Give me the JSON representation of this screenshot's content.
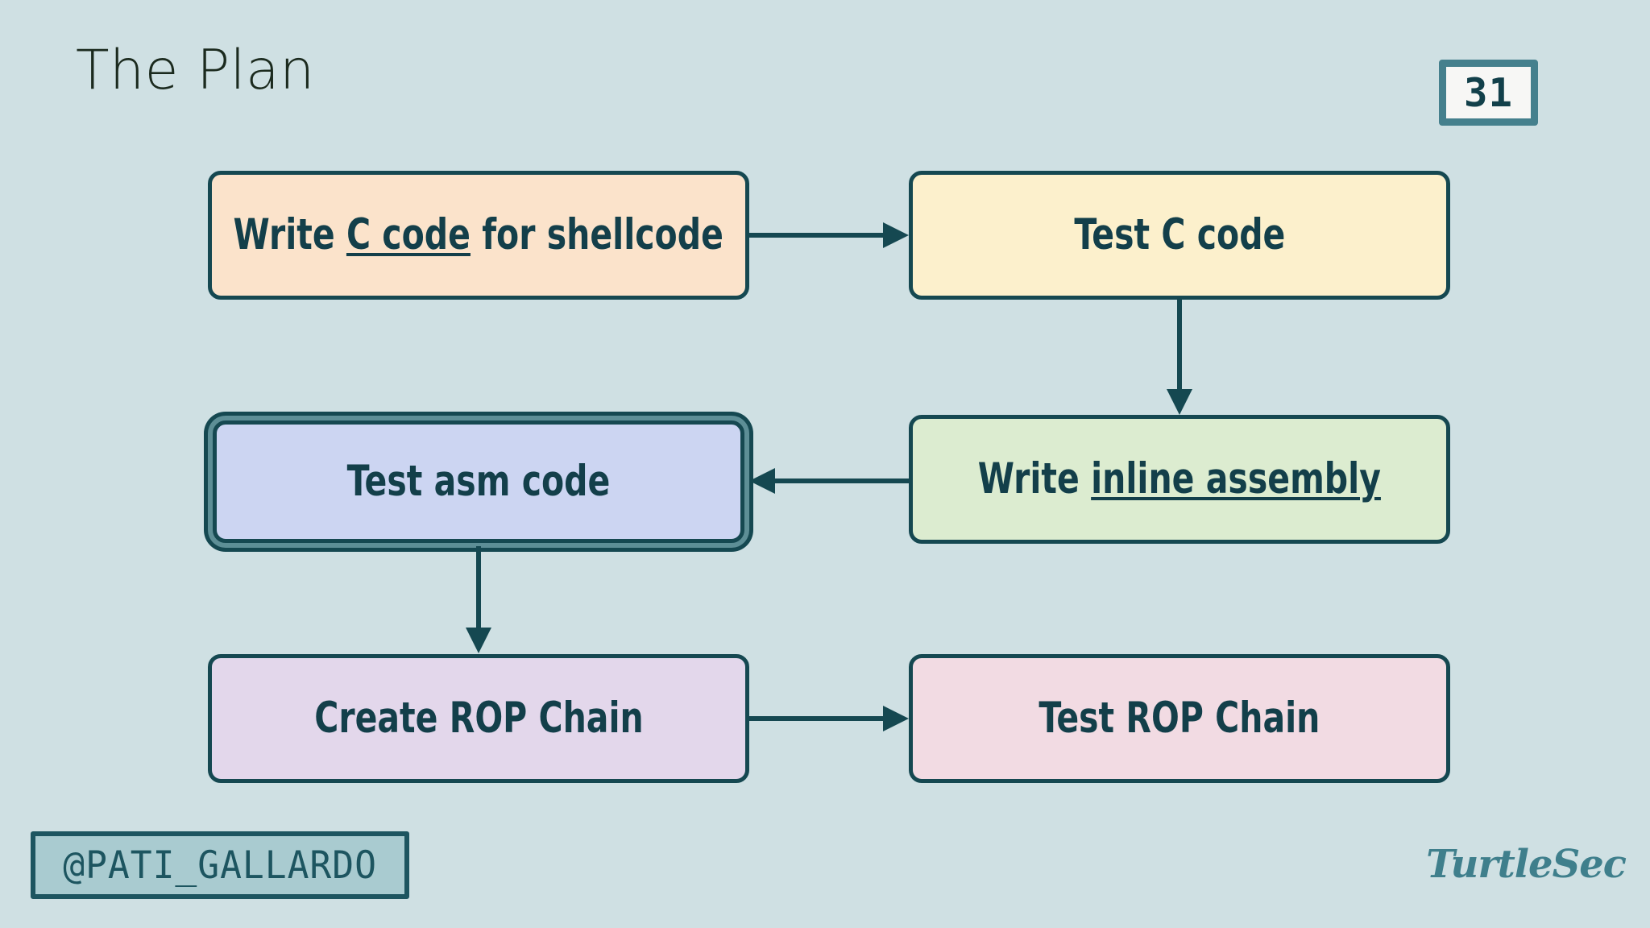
{
  "slide": {
    "title": "The Plan",
    "number": "31",
    "background_color": "#cfe0e3"
  },
  "theme": {
    "ink": "#154851",
    "text": "#133f4a",
    "accent_teal": "#45808d",
    "highlight_ring": "#5d8e96",
    "title_color": "#1b2a1e"
  },
  "flowchart": {
    "type": "flowchart",
    "nodes": [
      {
        "id": "write-c-code",
        "label": "Write C code for shellcode",
        "label_plain": "Write ",
        "label_underlined": "C code",
        "label_tail": " for shellcode",
        "fill": "#fbe3cb",
        "highlighted": false
      },
      {
        "id": "test-c-code",
        "label": "Test C code",
        "fill": "#fcf0cc",
        "highlighted": false
      },
      {
        "id": "test-asm-code",
        "label": "Test asm code",
        "fill": "#ccd5f2",
        "highlighted": true
      },
      {
        "id": "write-inline-assembly",
        "label": "Write inline assembly",
        "label_plain": "Write ",
        "label_underlined": "inline assembly",
        "fill": "#dcecd0",
        "highlighted": false
      },
      {
        "id": "create-rop-chain",
        "label": "Create ROP Chain",
        "fill": "#e3d7eb",
        "highlighted": false
      },
      {
        "id": "test-rop-chain",
        "label": "Test ROP Chain",
        "fill": "#f2dbe3",
        "highlighted": false
      }
    ],
    "edges": [
      {
        "from": "write-c-code",
        "to": "test-c-code",
        "direction": "right"
      },
      {
        "from": "test-c-code",
        "to": "write-inline-assembly",
        "direction": "down"
      },
      {
        "from": "write-inline-assembly",
        "to": "test-asm-code",
        "direction": "left"
      },
      {
        "from": "test-asm-code",
        "to": "create-rop-chain",
        "direction": "down"
      },
      {
        "from": "create-rop-chain",
        "to": "test-rop-chain",
        "direction": "right"
      }
    ]
  },
  "footer": {
    "handle": "@PATI_GALLARDO",
    "brand": "TurtleSec"
  }
}
